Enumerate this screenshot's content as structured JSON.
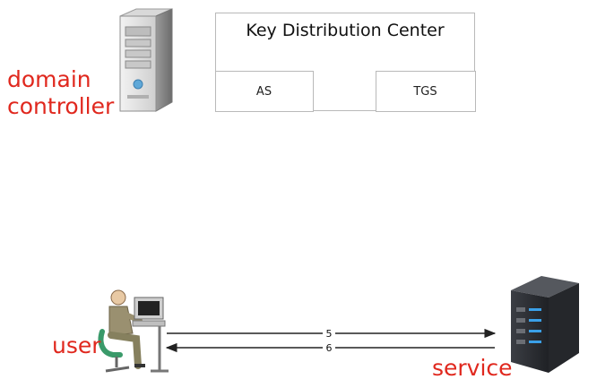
{
  "kdc": {
    "title": "Key Distribution Center",
    "left_box": "AS",
    "right_box": "TGS"
  },
  "labels": {
    "domain_controller": "domain controller",
    "user": "user",
    "service": "service"
  },
  "arrows": [
    {
      "number": "5",
      "direction": "to-service"
    },
    {
      "number": "6",
      "direction": "to-user"
    }
  ],
  "icons": [
    "server-tower-icon",
    "user-at-computer-icon",
    "rack-server-icon"
  ],
  "colors": {
    "label_red": "#e0281e",
    "box_border": "#b9b9b9",
    "arrow": "#222222",
    "server_led": "#3aa0e8"
  }
}
